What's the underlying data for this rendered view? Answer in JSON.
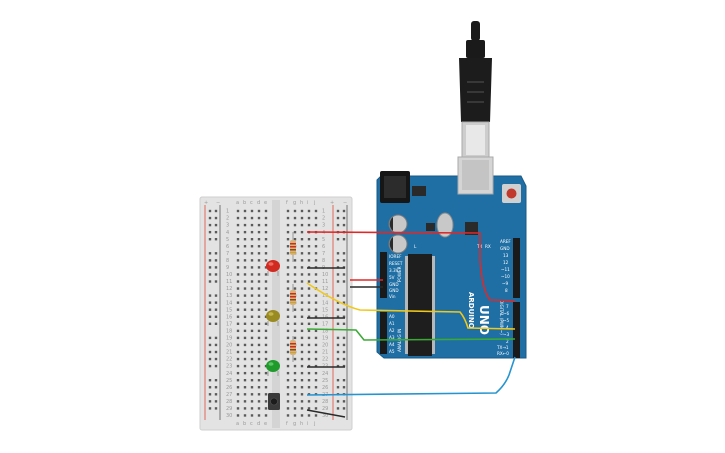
{
  "breadboard": {
    "col_left": [
      "a",
      "b",
      "c",
      "d",
      "e"
    ],
    "col_right": [
      "f",
      "g",
      "h",
      "i",
      "j"
    ],
    "rail_plus": "+",
    "rail_minus": "−",
    "row_count": 30
  },
  "arduino": {
    "brand": "ARDUINO",
    "model": "UNO",
    "power_label": "POWER",
    "analog_label": "ANALOG IN",
    "digital_label": "DIGITAL (PWM~)",
    "tx_label": "TX",
    "rx_label": "RX",
    "l_label": "L",
    "power_pins": [
      "IOREF",
      "RESET",
      "3.3V",
      "5V",
      "GND",
      "GND",
      "Vin"
    ],
    "analog_pins": [
      "A0",
      "A1",
      "A2",
      "A3",
      "A4",
      "A5"
    ],
    "digital_top": [
      "AREF",
      "GND",
      "13",
      "12",
      "~11",
      "~10",
      "~9",
      "8"
    ],
    "digital_bottom": [
      "7",
      "~6",
      "~5",
      "4",
      "~3",
      "2",
      "TX→1",
      "RX←0"
    ]
  },
  "components": {
    "leds": [
      {
        "name": "red-led",
        "color": "#d12a20"
      },
      {
        "name": "yellow-led",
        "color": "#9a8a22"
      },
      {
        "name": "green-led",
        "color": "#1f9a2b"
      }
    ]
  },
  "colors": {
    "wire_red": "#e02828",
    "wire_black": "#2a2a2a",
    "wire_yellow": "#f0c818",
    "wire_green": "#3aaa35",
    "wire_blue": "#2594d0",
    "board_blue": "#1f6fa5"
  }
}
